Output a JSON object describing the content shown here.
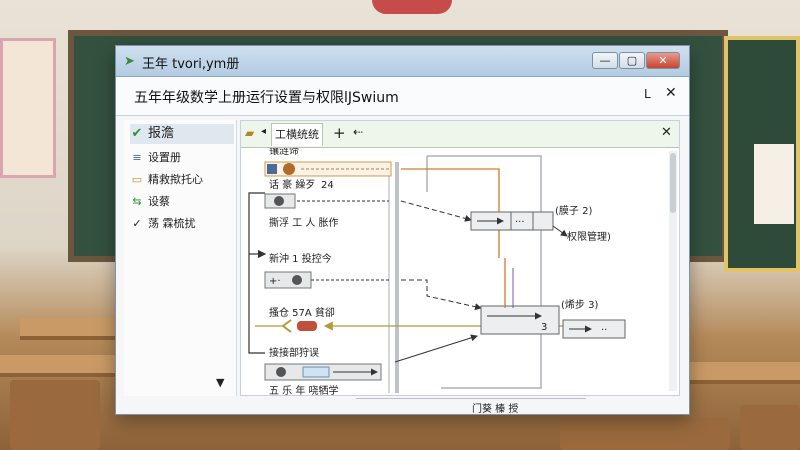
{
  "window": {
    "title": "王年 tvori,ym册",
    "controls": {
      "minimize": "—",
      "maximize": "▢",
      "close": "✕"
    }
  },
  "header": {
    "heading": "五年年级数学上册运行设置与权限lJSwium",
    "minimize": "L",
    "close": "✕"
  },
  "sidebar": {
    "items": [
      {
        "icon": "✔",
        "label": "报澹"
      },
      {
        "icon": "≡",
        "label": "设置册"
      },
      {
        "icon": "▭",
        "label": "精救揿托心"
      },
      {
        "icon": "⇆",
        "label": "设蔡"
      },
      {
        "icon": "✓",
        "label": "荡 霖梳扰"
      }
    ],
    "scroll_arrow": "▼"
  },
  "tabs": {
    "active_label": "工横统统",
    "add": "+",
    "back": "⇠",
    "close": "✕"
  },
  "diagram": {
    "labels": {
      "top_label": "镶涟谛",
      "row1_label": "话 豪 繰歹",
      "row1_number": "24",
      "row1_sub": "撕浮 工 人 胀作",
      "row2_label": "新沖 1 投控今",
      "row3_label": "搔仓 57A 貧卻",
      "row4_label": "接接部狩误",
      "row4_sub": "五 乐 年 哓牺学",
      "right1": "(膜子 2)",
      "right1_sub": "权限管理)",
      "right2": "(烯步 3)",
      "right2_inner": "3"
    }
  },
  "footer": {
    "label": "门葵 榛 授"
  }
}
